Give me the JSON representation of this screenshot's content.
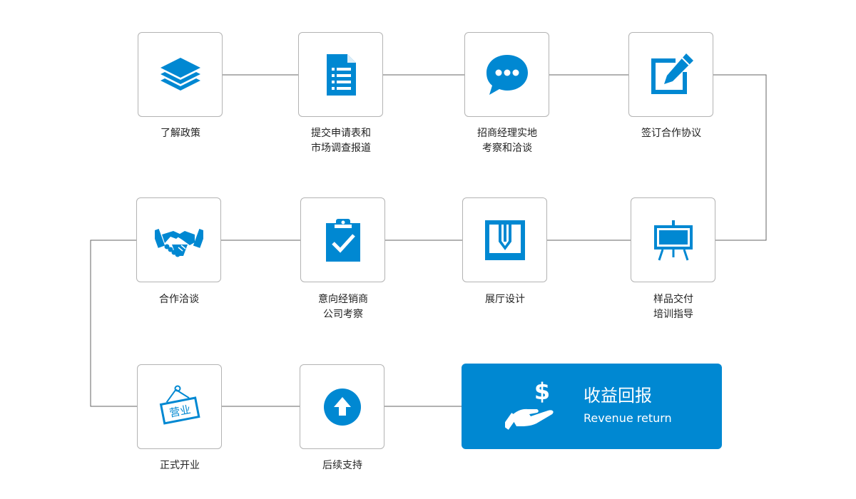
{
  "colors": {
    "accent": "#0088d2",
    "border": "#b3b3b3",
    "line": "#666666",
    "text": "#222222"
  },
  "steps": [
    {
      "icon": "layers-icon",
      "label": "了解政策"
    },
    {
      "icon": "document-list-icon",
      "label": "提交申请表和\n市场调查报道"
    },
    {
      "icon": "chat-bubble-icon",
      "label": "招商经理实地\n考察和洽谈"
    },
    {
      "icon": "sign-edit-icon",
      "label": "签订合作协议"
    },
    {
      "icon": "easel-board-icon",
      "label": "样品交付\n培训指导"
    },
    {
      "icon": "pencil-display-icon",
      "label": "展厅设计"
    },
    {
      "icon": "clipboard-check-icon",
      "label": "意向经销商\n公司考察"
    },
    {
      "icon": "handshake-icon",
      "label": "合作洽谈"
    },
    {
      "icon": "open-sign-icon",
      "label": "正式开业",
      "sign_text": "营业"
    },
    {
      "icon": "upload-arrow-icon",
      "label": "后续支持"
    }
  ],
  "final": {
    "icon": "money-hand-icon",
    "title": "收益回报",
    "subtitle": "Revenue return"
  }
}
